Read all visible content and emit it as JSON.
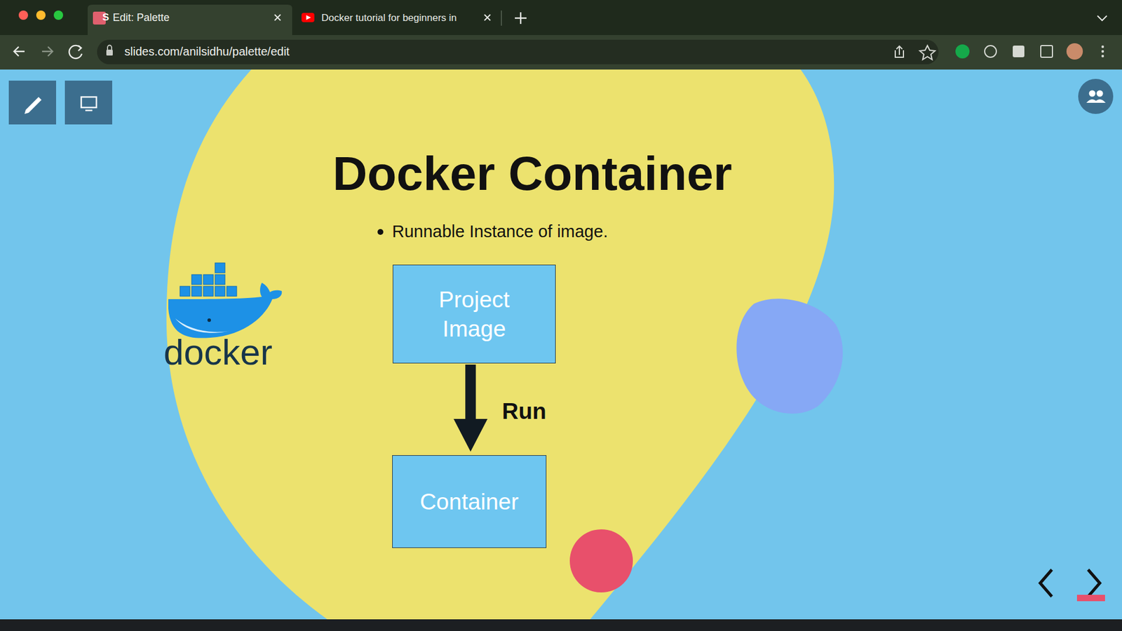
{
  "diagram": {
    "title": "Docker Container",
    "nodes": [
      {
        "text": [
          "Project Image"
        ]
      },
      {
        "text": [
          "Container"
        ]
      }
    ],
    "edges": [
      {
        "from": 0,
        "to": 1,
        "label": "Run",
        "arrow": "to"
      }
    ],
    "labels": [
      "S",
      "Edit: Palette",
      "Docker tutorial for beginners in",
      "slides.com/anilsidhu/palette/edit",
      "Runnable Instance of image.",
      "docker"
    ]
  }
}
